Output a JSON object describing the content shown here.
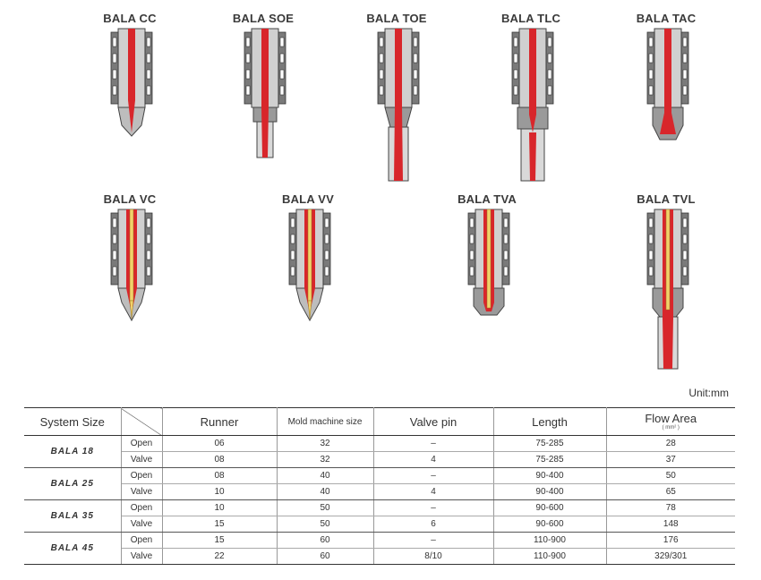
{
  "nozzles_row1": [
    {
      "label": "BALA CC"
    },
    {
      "label": "BALA SOE"
    },
    {
      "label": "BALA TOE"
    },
    {
      "label": "BALA TLC"
    },
    {
      "label": "BALA TAC"
    }
  ],
  "nozzles_row2": [
    {
      "label": "BALA VC"
    },
    {
      "label": "BALA VV"
    },
    {
      "label": "BALA TVA"
    },
    {
      "label": "BALA TVL"
    }
  ],
  "unit": "Unit:mm",
  "table": {
    "headers": {
      "system_size": "System Size",
      "runner": "Runner",
      "mold": "Mold machine size",
      "valve_pin": "Valve pin",
      "length": "Length",
      "flow_area": "Flow Area",
      "flow_unit": "( mm² )"
    },
    "groups": [
      {
        "name": "BALA 18",
        "rows": [
          {
            "type": "Open",
            "runner": "06",
            "mold": "32",
            "pin": "–",
            "length": "75-285",
            "flow": "28"
          },
          {
            "type": "Valve",
            "runner": "08",
            "mold": "32",
            "pin": "4",
            "length": "75-285",
            "flow": "37"
          }
        ]
      },
      {
        "name": "BALA 25",
        "rows": [
          {
            "type": "Open",
            "runner": "08",
            "mold": "40",
            "pin": "–",
            "length": "90-400",
            "flow": "50"
          },
          {
            "type": "Valve",
            "runner": "10",
            "mold": "40",
            "pin": "4",
            "length": "90-400",
            "flow": "65"
          }
        ]
      },
      {
        "name": "BALA 35",
        "rows": [
          {
            "type": "Open",
            "runner": "10",
            "mold": "50",
            "pin": "–",
            "length": "90-600",
            "flow": "78"
          },
          {
            "type": "Valve",
            "runner": "15",
            "mold": "50",
            "pin": "6",
            "length": "90-600",
            "flow": "148"
          }
        ]
      },
      {
        "name": "BALA 45",
        "rows": [
          {
            "type": "Open",
            "runner": "15",
            "mold": "60",
            "pin": "–",
            "length": "110-900",
            "flow": "176"
          },
          {
            "type": "Valve",
            "runner": "22",
            "mold": "60",
            "pin": "8/10",
            "length": "110-900",
            "flow": "329/301"
          }
        ]
      }
    ]
  },
  "colors": {
    "melt": "#d8262b",
    "pin": "#f2d16b",
    "steel_dark": "#5a5a5a",
    "steel_mid": "#9a9a9a",
    "steel_light": "#d9d9d9"
  }
}
